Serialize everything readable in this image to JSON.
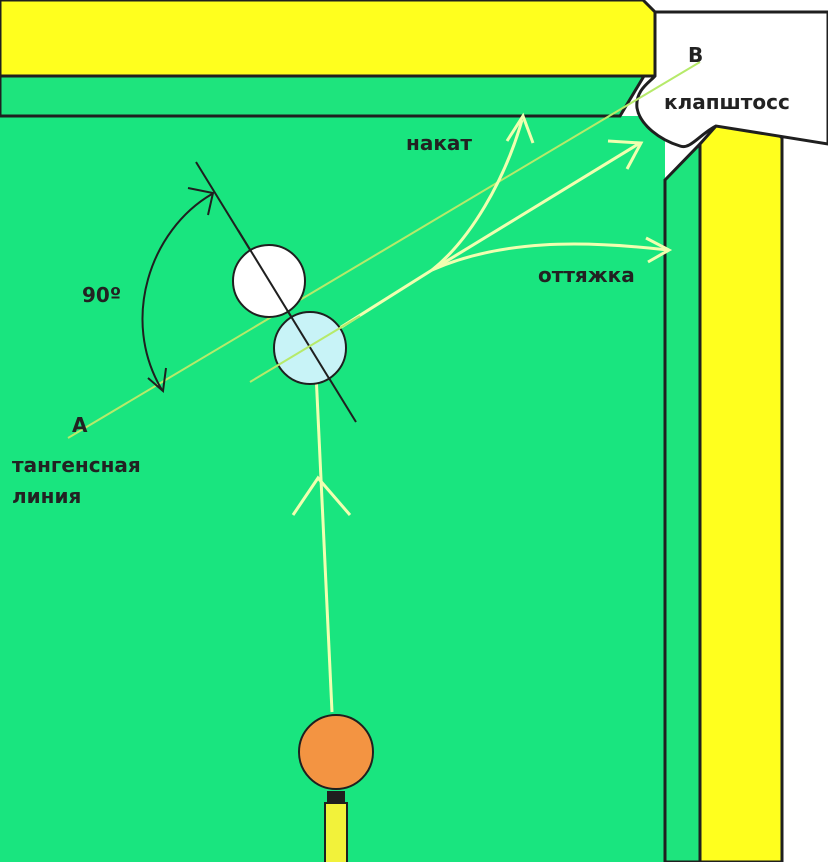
{
  "labels": {
    "point_a": "A",
    "point_b": "B",
    "angle": "90º",
    "tangent_line_1": "тангенсная",
    "tangent_line_2": "линия",
    "follow": "накат",
    "kiss": "клапштосс",
    "draw": "оттяжка"
  },
  "colors": {
    "table_cloth": "#19e57f",
    "rail_cushion": "#1ee47d",
    "rail_wood": "#ffff1e",
    "outline": "#1f1f1f",
    "pocket": "#ffffff",
    "object_ball": "#ffffff",
    "cue_ball": "#c8f3f7",
    "striker_ball": "#f39442",
    "path_line": "#f0ffb0",
    "tangent_line": "#b6ea6a",
    "cue_stick": "#f2f23a"
  }
}
